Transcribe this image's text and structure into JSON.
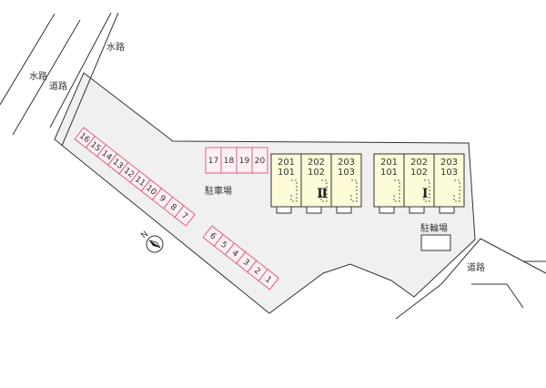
{
  "labels": {
    "suiro_top": "水路",
    "suiro_left": "水路",
    "doro_left": "道路",
    "parking": "駐車場",
    "bike": "駐輪場",
    "doro_right": "道路"
  },
  "compass": {
    "north": "N"
  },
  "parking": {
    "long_row": [
      "16",
      "15",
      "14",
      "13",
      "12",
      "11",
      "10",
      "9",
      "8",
      "7"
    ],
    "short_row": [
      "6",
      "5",
      "4",
      "3",
      "2",
      "1"
    ],
    "top_row": [
      "17",
      "18",
      "19",
      "20"
    ]
  },
  "buildings": [
    {
      "roman": "Ⅱ",
      "units": [
        {
          "upper": "201",
          "lower": "101"
        },
        {
          "upper": "202",
          "lower": "102"
        },
        {
          "upper": "203",
          "lower": "103"
        }
      ]
    },
    {
      "roman": "Ⅰ",
      "units": [
        {
          "upper": "201",
          "lower": "101"
        },
        {
          "upper": "202",
          "lower": "102"
        },
        {
          "upper": "203",
          "lower": "103"
        }
      ]
    }
  ],
  "colors": {
    "stall_fill": "#fff0f3",
    "stall_stroke": "#e0607a",
    "building_fill": "#fdfbd8",
    "site_fill": "#f0f0f0",
    "line": "#333333"
  }
}
